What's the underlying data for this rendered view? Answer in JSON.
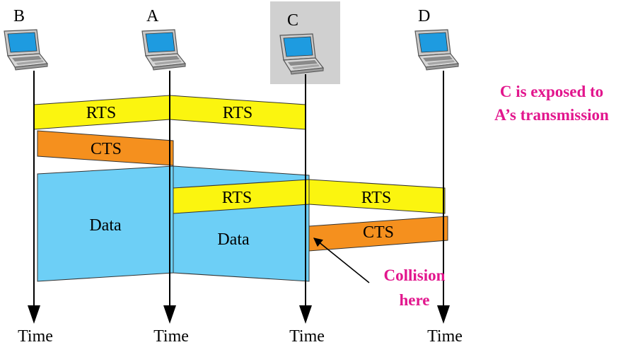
{
  "nodes": [
    {
      "id": "B",
      "label": "B",
      "time_label": "Time",
      "highlighted": false
    },
    {
      "id": "A",
      "label": "A",
      "time_label": "Time",
      "highlighted": false
    },
    {
      "id": "C",
      "label": "C",
      "time_label": "Time",
      "highlighted": true
    },
    {
      "id": "D",
      "label": "D",
      "time_label": "Time",
      "highlighted": false
    }
  ],
  "frames": {
    "rts_a_to_b": "RTS",
    "rts_a_to_c": "RTS",
    "cts_b": "CTS",
    "data_b": "Data",
    "data_a": "Data",
    "rts_c_to_a": "RTS",
    "rts_c_to_d": "RTS",
    "cts_d": "CTS"
  },
  "annotations": {
    "exposed_line1": "C is exposed to",
    "exposed_line2": "A’s transmission",
    "collision_line1": "Collision",
    "collision_line2": "here"
  },
  "colors": {
    "rts": "#fbf50f",
    "cts": "#f5901e",
    "data": "#6dcff6",
    "highlight_box": "#d0d0d0",
    "note_text": "#e2168d"
  },
  "icons": {
    "station": "laptop-icon"
  }
}
